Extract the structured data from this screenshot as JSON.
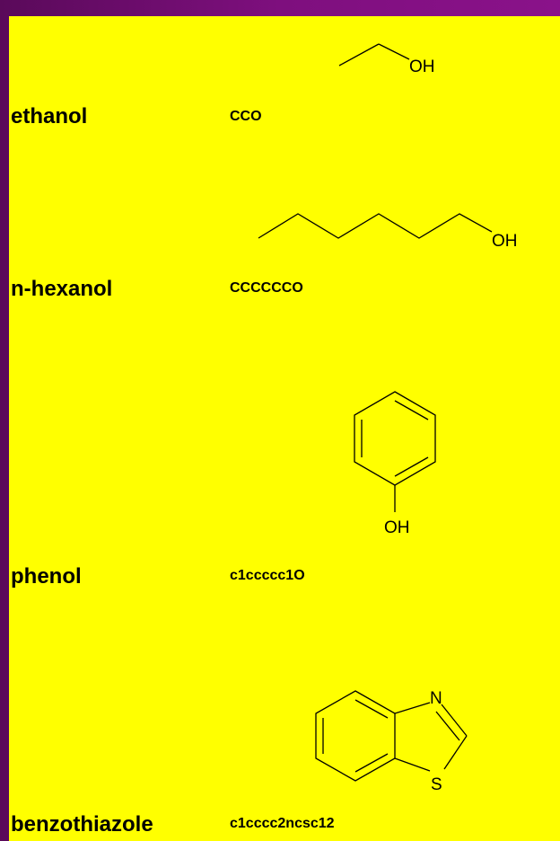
{
  "background_color": "#7a0a7a",
  "panel_color": "#ffff00",
  "compounds": [
    {
      "name": "ethanol",
      "smiles": "CCO",
      "atom_labels": [
        "OH"
      ]
    },
    {
      "name": "n-hexanol",
      "smiles": "CCCCCCO",
      "atom_labels": [
        "OH"
      ]
    },
    {
      "name": "phenol",
      "smiles": "c1ccccc1O",
      "atom_labels": [
        "OH"
      ]
    },
    {
      "name": "benzothiazole",
      "smiles": "c1cccc2ncsc12",
      "atom_labels": [
        "N",
        "S"
      ]
    }
  ]
}
